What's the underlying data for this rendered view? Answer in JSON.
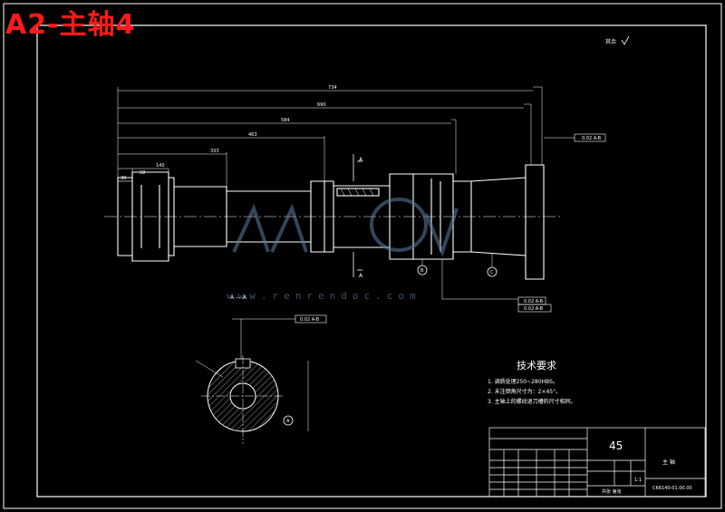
{
  "title": "A2-主轴4",
  "roughness_note": "其余",
  "watermark": {
    "site": "www.renrendoc.com"
  },
  "dims": {
    "d734": "734",
    "d690": "690",
    "d584": "584",
    "d463": "463",
    "d333": "333",
    "d140": "140",
    "d58": "58",
    "d30": "30"
  },
  "section_marks": {
    "a": "A",
    "b": "B",
    "c": "C",
    "section_label": "A — A"
  },
  "tolerances": {
    "t1": "0.02 A-B",
    "t2": "0.02 A-B",
    "t3": "0.02 A-B",
    "t4": "0.02 A-B"
  },
  "tech_requirements": {
    "heading": "技术要求",
    "items": [
      "1. 调质处理250~280HBS。",
      "2. 未注倒角尺寸为：2×45°。",
      "3. 主轴上的螺纹退刀槽的尺寸相同。"
    ]
  },
  "title_block": {
    "material": "45",
    "part_name": "主 轴",
    "scale": "1:1",
    "drawing_no": "CK6140-01.00.00",
    "sheet": "共张 第张"
  },
  "colors": {
    "line": "#ffffff",
    "dim": "#ffffff",
    "title": "#ff1a1a",
    "watermark": "#5d7fa0"
  }
}
